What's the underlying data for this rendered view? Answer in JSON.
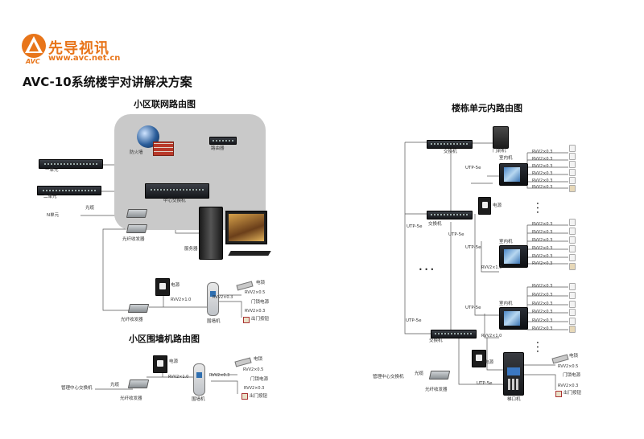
{
  "brand": {
    "name": "先导视讯",
    "url": "www.avc.net.cn",
    "logo_text": "AVC",
    "color": "#e8751a"
  },
  "title": "AVC-10系统楼宇对讲解决方案",
  "sections": {
    "community": "小区联网路由图",
    "wall": "小区围墙机路由图",
    "building": "楼栋单元内路由图"
  },
  "community": {
    "firewall": "防火墙",
    "router": "路由器",
    "core_switch": "中心交换机",
    "unit1": "一单元",
    "unit2": "二单元",
    "unitn": "N单元",
    "fiber": "光缆",
    "converter": "光纤收发器",
    "server": "服务器",
    "power": "电源",
    "rvv_power": "RVV2×1.0",
    "rvv_lock": "RVV2×0.3",
    "guard": "围墙机",
    "lock": "电锁",
    "rvv_05": "RVV2×0.5",
    "lock_power": "门锁电源",
    "rvv_03": "RVV2×0.3",
    "exit_button": "出门按钮"
  },
  "wall": {
    "center_switch": "管理中心交换机",
    "fiber": "光缆",
    "converter": "光纤收发器",
    "power": "电源",
    "rvv_power": "RVV2×1.0",
    "rvv_lock": "RVV2×0.3",
    "wall_unit": "围墙机",
    "lock": "电锁",
    "rvv_05": "RVV2×0.5",
    "lock_power": "门锁电源",
    "rvv_03": "RVV2×0.3",
    "exit_button": "出门按钮"
  },
  "building": {
    "switch": "交换机",
    "front_door": "门前机",
    "utp": "UTP-5e",
    "indoor": "室内机",
    "power": "电源",
    "rvv_power": "RVV2×1.0",
    "rvv_sensor": "RVV2×0.3",
    "dots": "• • •",
    "center_switch": "管理中心交换机",
    "fiber": "光缆",
    "converter": "光纤收发器",
    "door_station": "梯口机",
    "lock": "电锁",
    "rvv_05": "RVV2×0.5",
    "lock_power": "门锁电源",
    "rvv_03": "RVV2×0.3",
    "exit_button": "出门按钮"
  }
}
